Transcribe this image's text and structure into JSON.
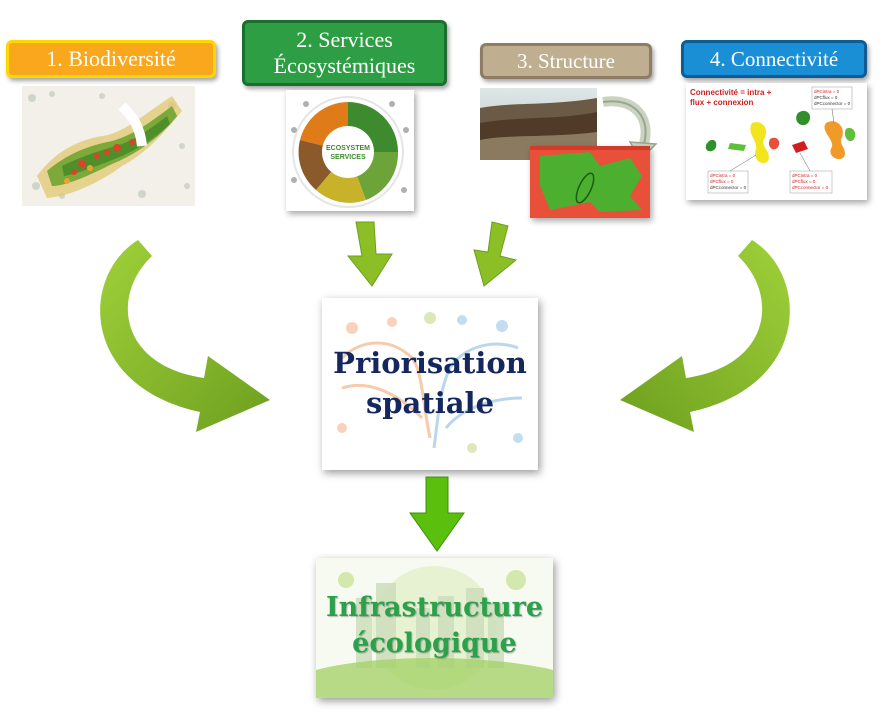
{
  "labels": {
    "biodiversite": {
      "text": "1. Biodiversité",
      "bg": "#f9a81d",
      "border": "#ffd700"
    },
    "services": {
      "line1": "2. Services",
      "line2": "Écosystémiques",
      "bg": "#2e9e45",
      "border": "#1b6e2d"
    },
    "structure": {
      "text": "3. Structure",
      "bg": "#bfae90",
      "border": "#8e7d64"
    },
    "connectivite": {
      "text": "4. Connectivité",
      "bg": "#1a8fd6",
      "border": "#0e5c93"
    }
  },
  "thumb_connectivity": {
    "title_line1": "Connectivité = intra +",
    "title_line2": "flux + connexion",
    "box1": [
      "dPCintra = 0",
      "dPCflux = 0",
      "dPCconnector = 0"
    ],
    "box2": [
      "dPCintra = 0",
      "dPCflux = 0",
      "dPCconnector = 0"
    ],
    "box3": [
      "dPCintra = 0",
      "dPCflux = 0",
      "dPCconnector = 0"
    ]
  },
  "thumb_services": {
    "center_line1": "ECOSYSTEM",
    "center_line2": "SERVICES"
  },
  "center": {
    "line1": "Priorisation",
    "line2": "spatiale",
    "color": "#14275e"
  },
  "bottom": {
    "line1": "Infrastructure",
    "line2": "écologique",
    "color": "#2aa14a"
  },
  "arrow_color": "#8cbf26"
}
